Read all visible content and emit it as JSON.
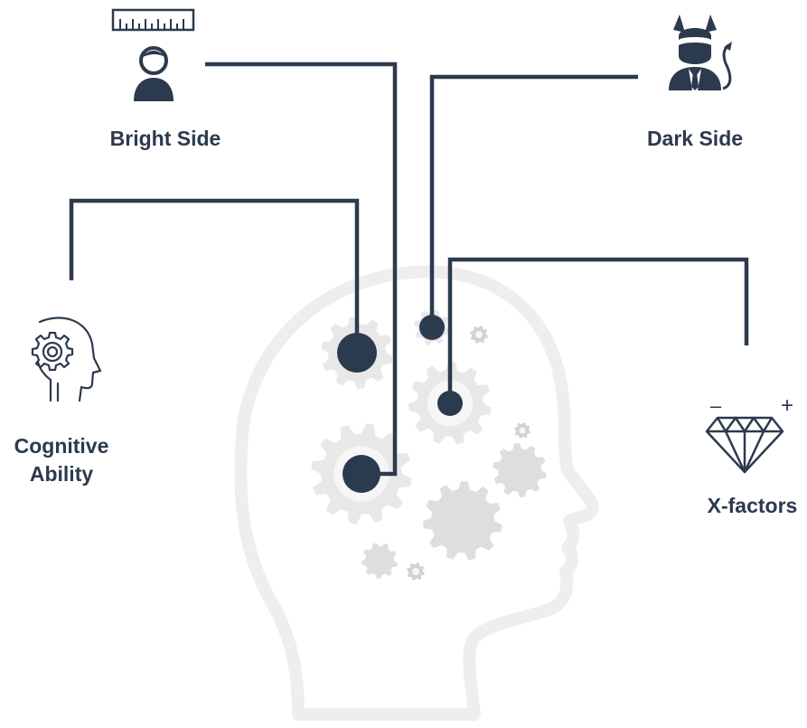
{
  "colors": {
    "primary": "#2c3a4d",
    "gear_light": "#e8e8e8",
    "gear_mid": "#dedede",
    "gear_dark": "#d2d2d2",
    "head_fill": "#ffffff",
    "head_outline": "#eeeeee"
  },
  "labels": {
    "bright_side": "Bright Side",
    "dark_side": "Dark Side",
    "cognitive_ability": "Cognitive Ability",
    "x_factors": "X-factors"
  },
  "icons": {
    "bright_side": "person-with-ruler-icon",
    "dark_side": "devil-businessman-icon",
    "cognitive_ability": "head-with-gear-icon",
    "x_factors": "diamond-plus-minus-icon"
  },
  "x_factor_signs": {
    "minus": "–",
    "plus": "+"
  }
}
